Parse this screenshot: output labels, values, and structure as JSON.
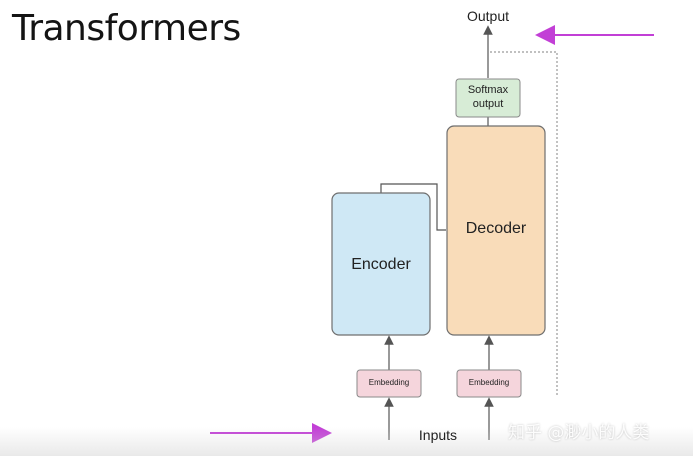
{
  "slide": {
    "title": "Transformers"
  },
  "diagram": {
    "output_label": "Output",
    "inputs_label": "Inputs",
    "softmax_label_line1": "Softmax",
    "softmax_label_line2": "output",
    "encoder_label": "Encoder",
    "decoder_label": "Decoder",
    "embedding_left_label": "Embedding",
    "embedding_right_label": "Embedding"
  },
  "colors": {
    "encoder_fill": "#cfe8f5",
    "decoder_fill": "#f9dcb9",
    "softmax_fill": "#d7ecd6",
    "embedding_fill": "#f5d5dc",
    "annotation_arrow": "#c23fd6"
  },
  "watermark": {
    "text": "知乎 @渺小的人类"
  }
}
